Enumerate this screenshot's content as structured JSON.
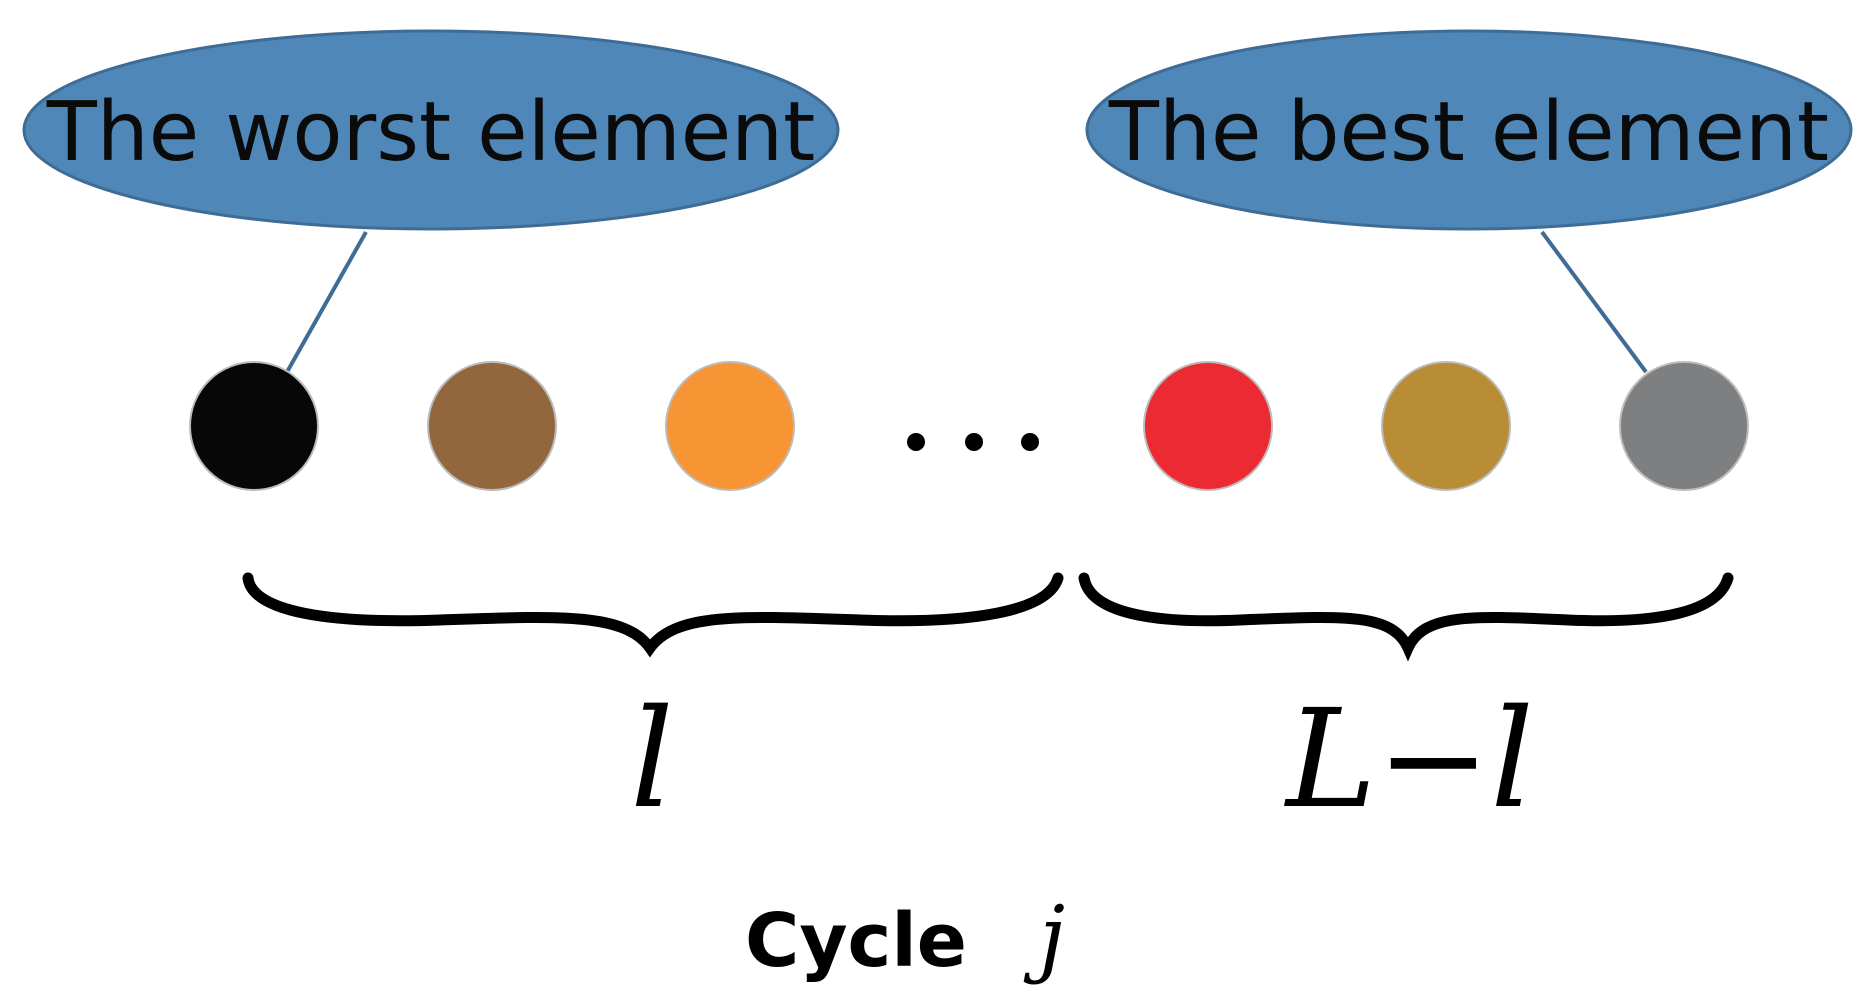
{
  "callouts": {
    "worst": {
      "label": "The worst element"
    },
    "best": {
      "label": "The best element"
    }
  },
  "elements": [
    {
      "color": "#070707",
      "role": "worst"
    },
    {
      "color": "#93673e"
    },
    {
      "color": "#f79433"
    },
    {
      "color": "#ec2a31"
    },
    {
      "color": "#b88d36"
    },
    {
      "color": "#7e7f81",
      "role": "best"
    }
  ],
  "ellipsis": "…",
  "groups": {
    "left": {
      "label": "l"
    },
    "right": {
      "label": "L−l"
    }
  },
  "caption": {
    "word": "Cycle",
    "index": "j"
  },
  "colors": {
    "callout_fill": "#4f88b8",
    "callout_stroke": "#3f6c95",
    "leader_line": "#3f6c95",
    "circle_stroke": "#bcbcbc"
  }
}
